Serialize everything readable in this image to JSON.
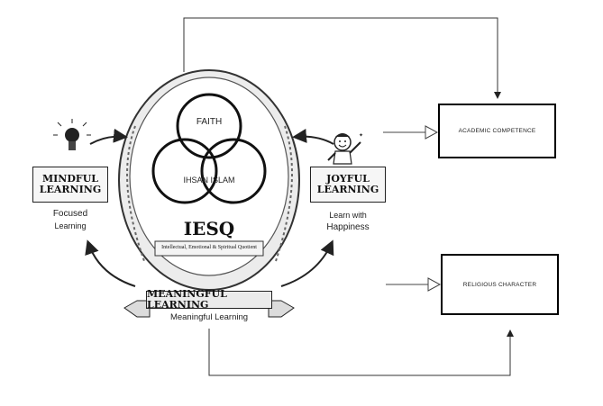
{
  "diagram": {
    "circles": {
      "top": "FAITH",
      "center": "IHSAN ISLAM"
    },
    "core": {
      "title": "IESQ",
      "subtitle": "Intellectual, Emotional & Spiritual Quotient"
    },
    "mindful": {
      "line1": "MINDFUL",
      "line2": "LEARNING",
      "caption1": "Focused",
      "caption2": "Learning"
    },
    "joyful": {
      "line1": "JOYFUL",
      "line2": "LEARNING",
      "caption1": "Learn with",
      "caption2": "Happiness"
    },
    "meaningful": {
      "banner": "MEANINGFUL LEARNING",
      "caption": "Meaningful Learning"
    },
    "outcomes": {
      "academic": "ACADEMIC COMPETENCE",
      "religious": "RELIGIOUS CHARACTER"
    },
    "icons": [
      "lightbulb-icon",
      "child-icon"
    ],
    "colors": {
      "line": "#222222",
      "fill": "#ffffff",
      "shade": "#e8e8e8"
    }
  }
}
